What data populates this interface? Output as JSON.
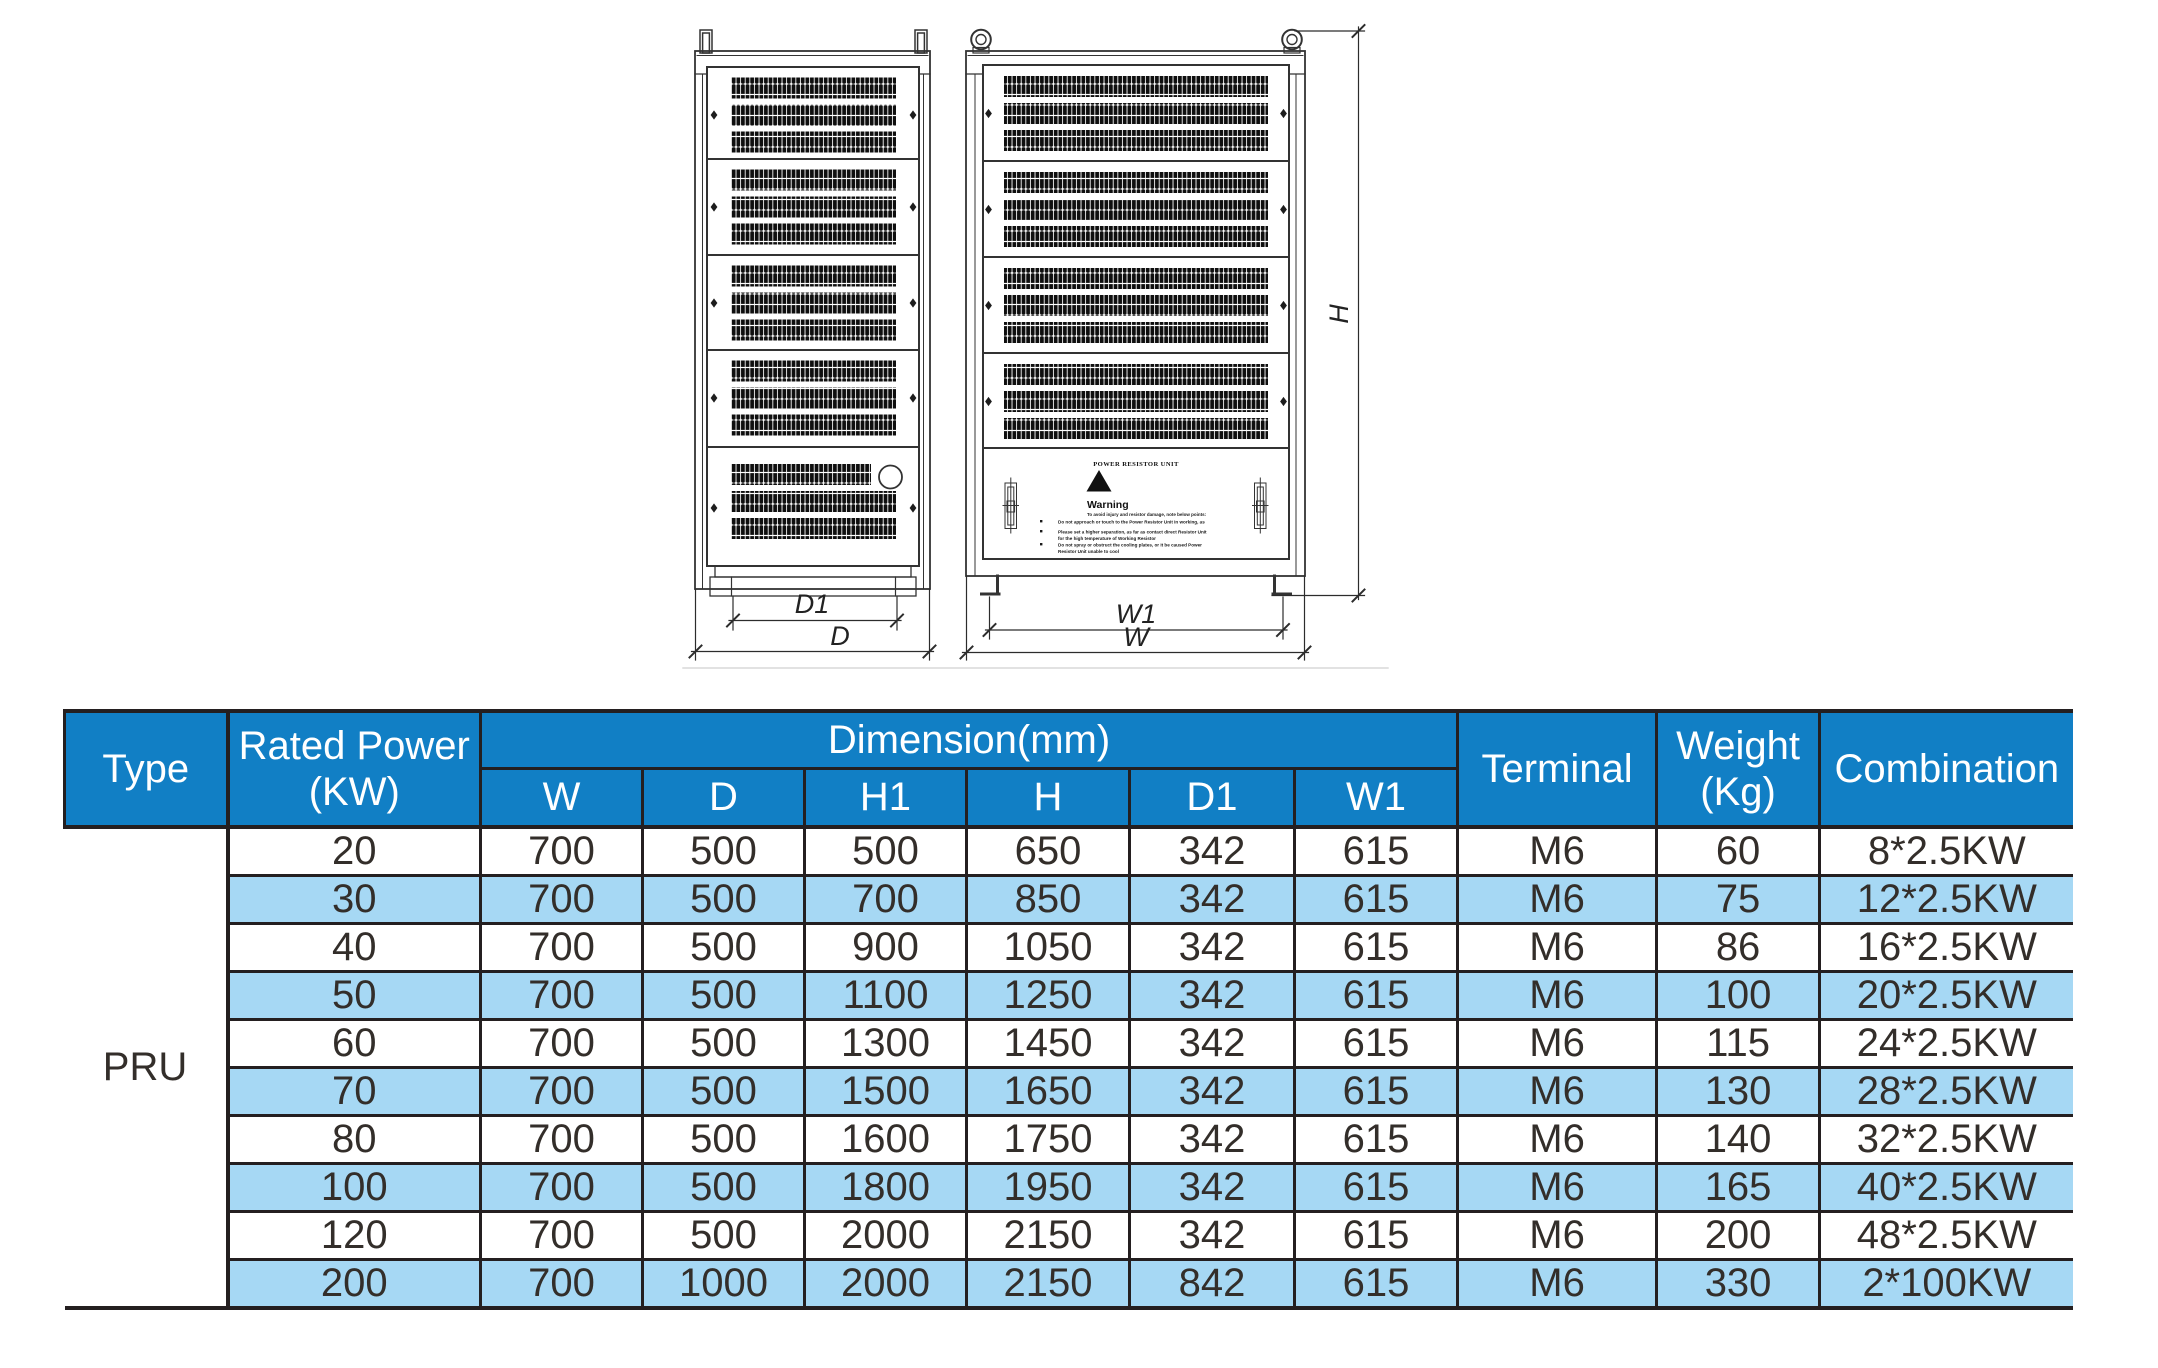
{
  "page": {
    "background": "#ffffff"
  },
  "drawing": {
    "dimension_labels": {
      "d1": "D1",
      "d": "D",
      "w1": "W1",
      "w": "W",
      "h": "H"
    },
    "nameplate": {
      "title": "POWER RESISTOR UNIT",
      "warning_heading": "Warning",
      "warning_intro": "To avoid injury and resistor damage, note below points:",
      "bullet1_line1": "Do not approach or touch to the Power Resistor Unit in working, as",
      "bullet2_line1": "Please set a higher separation, as far as contact direct Resistor Unit",
      "bullet2_line2": "for the high temperature of Working Resistor",
      "bullet3_line1": "Do not spray or obstruct the cooling plates, or it be caused Power",
      "bullet3_line2": "Resistor Unit unable to cool"
    }
  },
  "table": {
    "colors": {
      "header_background": "#117fc5",
      "alternate_row_background": "#a6d8f4",
      "border": "#241f20",
      "header_text": "#ffffff",
      "body_text": "#332e2a"
    },
    "headers": {
      "type": "Type",
      "rated_power_line1": "Rated Power",
      "rated_power_line2": "(KW)",
      "dimension_group": "Dimension(mm)",
      "dimension_sub": [
        "W",
        "D",
        "H1",
        "H",
        "D1",
        "W1"
      ],
      "terminal": "Terminal",
      "weight_line1": "Weight",
      "weight_line2": "(Kg)",
      "combination": "Combination"
    },
    "type_value": "PRU",
    "rows": [
      [
        "20",
        "700",
        "500",
        "500",
        "650",
        "342",
        "615",
        "M6",
        "60",
        "8*2.5KW"
      ],
      [
        "30",
        "700",
        "500",
        "700",
        "850",
        "342",
        "615",
        "M6",
        "75",
        "12*2.5KW"
      ],
      [
        "40",
        "700",
        "500",
        "900",
        "1050",
        "342",
        "615",
        "M6",
        "86",
        "16*2.5KW"
      ],
      [
        "50",
        "700",
        "500",
        "1100",
        "1250",
        "342",
        "615",
        "M6",
        "100",
        "20*2.5KW"
      ],
      [
        "60",
        "700",
        "500",
        "1300",
        "1450",
        "342",
        "615",
        "M6",
        "115",
        "24*2.5KW"
      ],
      [
        "70",
        "700",
        "500",
        "1500",
        "1650",
        "342",
        "615",
        "M6",
        "130",
        "28*2.5KW"
      ],
      [
        "80",
        "700",
        "500",
        "1600",
        "1750",
        "342",
        "615",
        "M6",
        "140",
        "32*2.5KW"
      ],
      [
        "100",
        "700",
        "500",
        "1800",
        "1950",
        "342",
        "615",
        "M6",
        "165",
        "40*2.5KW"
      ],
      [
        "120",
        "700",
        "500",
        "2000",
        "2150",
        "342",
        "615",
        "M6",
        "200",
        "48*2.5KW"
      ],
      [
        "200",
        "700",
        "1000",
        "2000",
        "2150",
        "842",
        "615",
        "M6",
        "330",
        "2*100KW"
      ]
    ]
  }
}
